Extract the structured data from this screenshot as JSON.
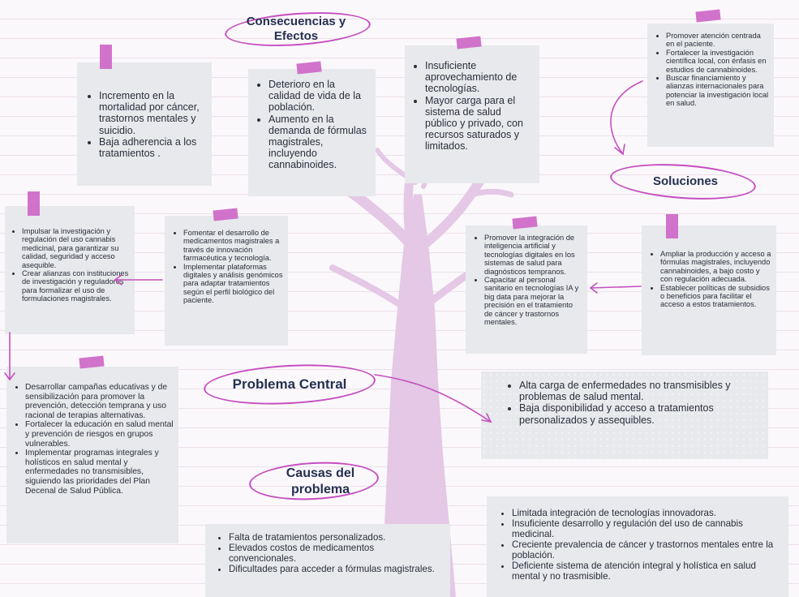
{
  "titles": {
    "consecuencias": "Consecuencias y Efectos",
    "soluciones": "Soluciones",
    "problema_central": "Problema Central",
    "causas": "Causas del problema"
  },
  "consequences": {
    "box1": [
      "Incremento en la mortalidad por cáncer, trastornos mentales y suicidio.",
      "Baja adherencia a los tratamientos ."
    ],
    "box2": [
      "Deterioro en la calidad de vida de la población.",
      "Aumento en la demanda de fórmulas magistrales, incluyendo cannabinoides."
    ],
    "box3": [
      "Insuficiente aprovechamiento de tecnologías.",
      "Mayor carga para el sistema de salud público y privado, con recursos saturados y limitados."
    ]
  },
  "solutions": {
    "top_right": [
      "Promover atención centrada en el paciente.",
      "Fortalecer la investigación científica local, con énfasis en estudios de cannabinoides.",
      "Buscar financiamiento y alianzas internacionales para potenciar la investigación local en salud."
    ],
    "right": [
      "Ampliar la producción y acceso a fórmulas magistrales, incluyendo cannabinoides, a bajo costo y con regulación adecuada.",
      "Establecer políticas de subsidios o beneficios para facilitar el acceso a estos tratamientos."
    ],
    "center_right": [
      "Promover la integración de inteligencia artificial y tecnologías digitales en los sistemas de salud para diagnósticos tempranos.",
      "Capacitar al personal sanitario en tecnologías IA y big data para mejorar la precisión en el tratamiento de cáncer y trastornos mentales."
    ],
    "center_left": [
      "Fomentar el desarrollo de medicamentos magistrales a través de innovación farmacéutica y tecnología.",
      "Implementar plataformas digitales y análisis genómicos para adaptar tratamientos según el perfil biológico del paciente."
    ],
    "left": [
      "Impulsar la investigación y regulación del uso cannabis medicinal, para garantizar su calidad, seguridad y acceso asequible.",
      "Crear alianzas con instituciones de investigación y reguladores para formalizar el uso de formulaciones magistrales."
    ],
    "bottom_left": [
      "Desarrollar campañas educativas y de sensibilización para promover la prevención, detección temprana y uso racional de terapias alternativas.",
      "Fortalecer la educación en salud mental y prevención de riesgos en grupos vulnerables.",
      "Implementar programas integrales y holísticos en salud mental y enfermedades no transmisibles, siguiendo las prioridades del Plan Decenal de Salud Pública."
    ]
  },
  "central_problem": [
    "Alta carga de enfermedades no transmisibles y problemas de salud mental.",
    "Baja disponibilidad y acceso a tratamientos personalizados y assequibles."
  ],
  "causes": {
    "left": [
      "Falta de tratamientos personalizados.",
      "Elevados costos de medicamentos convencionales.",
      "Dificultades para acceder a fórmulas magistrales."
    ],
    "right": [
      "Limitada integración de tecnologías innovadoras.",
      "Insuficiente desarrollo y regulación del uso de cannabis medicinal.",
      "Creciente prevalencia de cáncer y trastornos mentales entre la población.",
      "Deficiente sistema de atención integral y holística en salud mental y no trasmisible."
    ]
  },
  "colors": {
    "accent": "#c54fc0",
    "tape": "#cf6bc8",
    "note": "#e7e9ec",
    "tree": "#e4c8e6",
    "title": "#243050"
  }
}
